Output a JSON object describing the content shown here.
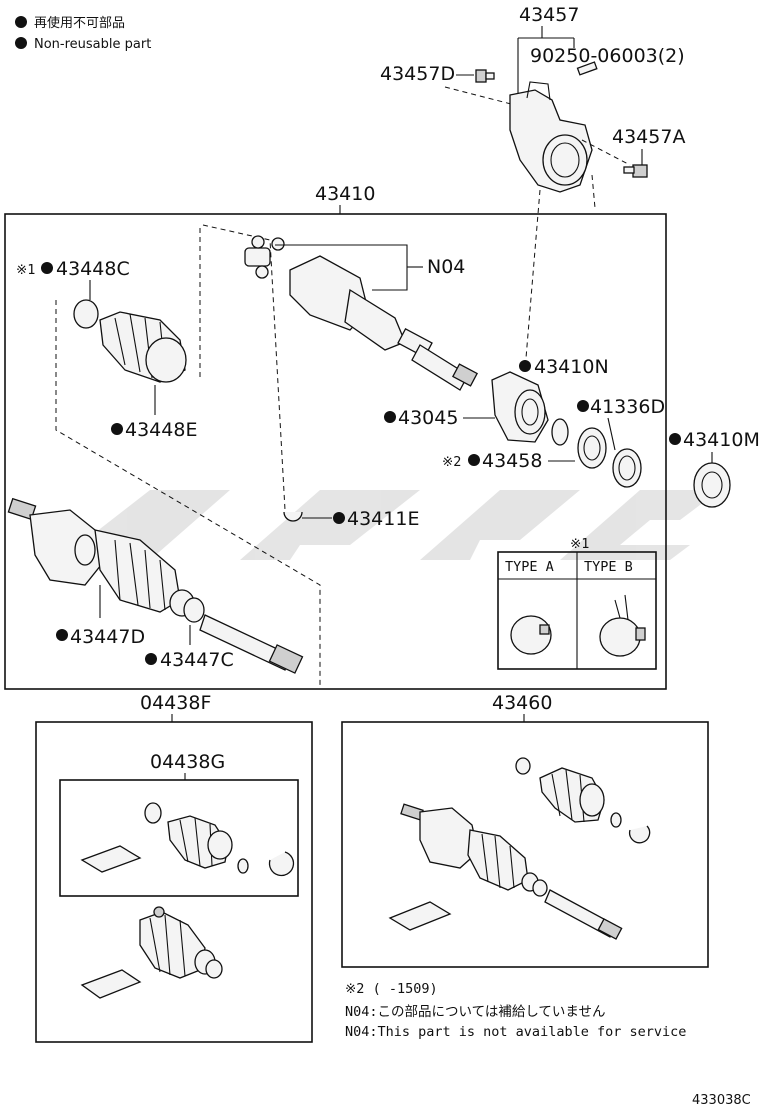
{
  "legend": {
    "reuse_jp": "再使用不可部品",
    "reuse_en": "Non-reusable part"
  },
  "parts": {
    "p43457": "43457",
    "p90250": "90250-06003(2)",
    "p43457D": "43457D",
    "p43457A": "43457A",
    "p43410": "43410",
    "pN04": "N04",
    "p43448C": "43448C",
    "p43448C_mark": "※1",
    "p43448E": "43448E",
    "p43410N": "43410N",
    "p43045": "43045",
    "p41336D": "41336D",
    "p43410M": "43410M",
    "p43458": "43458",
    "p43458_mark": "※2",
    "p43411E": "43411E",
    "p43447D": "43447D",
    "p43447C": "43447C",
    "p04438F": "04438F",
    "p04438G": "04438G",
    "p43460": "43460"
  },
  "type_table": {
    "mark": "※1",
    "type_a": "TYPE A",
    "type_b": "TYPE B"
  },
  "notes": {
    "note2": "※2 (      -1509)",
    "n04_jp": "N04:この部品については補給していません",
    "n04_en": "N04:This part is not available for service"
  },
  "diagram_code": "433038C",
  "watermark_color": "#d8d8d8"
}
